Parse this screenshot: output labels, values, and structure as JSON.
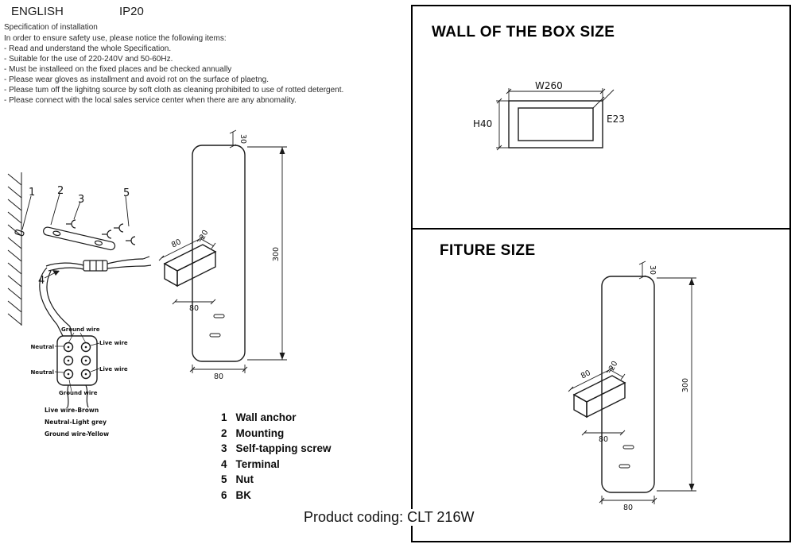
{
  "header": {
    "language": "ENGLISH",
    "ip_rating": "IP20"
  },
  "spec": {
    "title": "Specification of installation",
    "intro": "In order to ensure safety use, please notice the following items:",
    "items": [
      "- Read and understand the whole Specification.",
      "- Suitable for the use of 220-240V and 50-60Hz.",
      "- Must be installeed on the fixed places and be checked annually",
      "- Please wear gloves as installment and avoid rot on the surface of plaetng.",
      "- Please tum off the lighitng source by soft cloth as cleaning prohibited to use of rotted detergent.",
      "- Please connect with the local sales service center when there are any abnomality."
    ]
  },
  "installation": {
    "callouts": [
      "1",
      "2",
      "3",
      "4",
      "5"
    ],
    "wire_labels": {
      "top": "Ground wire",
      "left_upper": "Neutral",
      "right_upper": "Live wire",
      "left_lower": "Neutral",
      "right_lower": "Live wire",
      "bottom": "Ground wire"
    },
    "wire_colors": [
      "Live wire-Brown",
      "Neutral-Light grey",
      "Ground wire-Yellow"
    ]
  },
  "legend": [
    {
      "num": "1",
      "label": "Wall anchor"
    },
    {
      "num": "2",
      "label": "Mounting"
    },
    {
      "num": "3",
      "label": "Self-tapping screw"
    },
    {
      "num": "4",
      "label": "Terminal"
    },
    {
      "num": "5",
      "label": "Nut"
    },
    {
      "num": "6",
      "label": "BK"
    }
  ],
  "panel": {
    "box_section_title": "WALL OF THE BOX SIZE",
    "fixture_section_title": "FITURE SIZE",
    "box_dimensions": {
      "width": "W260",
      "height": "H40",
      "depth": "E23"
    }
  },
  "fixture_dimensions": {
    "top_depth": "30",
    "height": "300",
    "width_bottom": "80",
    "head_depth": "20",
    "head_length": "80",
    "head_width": "80"
  },
  "footer": {
    "product_coding": "Product coding: CLT 216W"
  }
}
